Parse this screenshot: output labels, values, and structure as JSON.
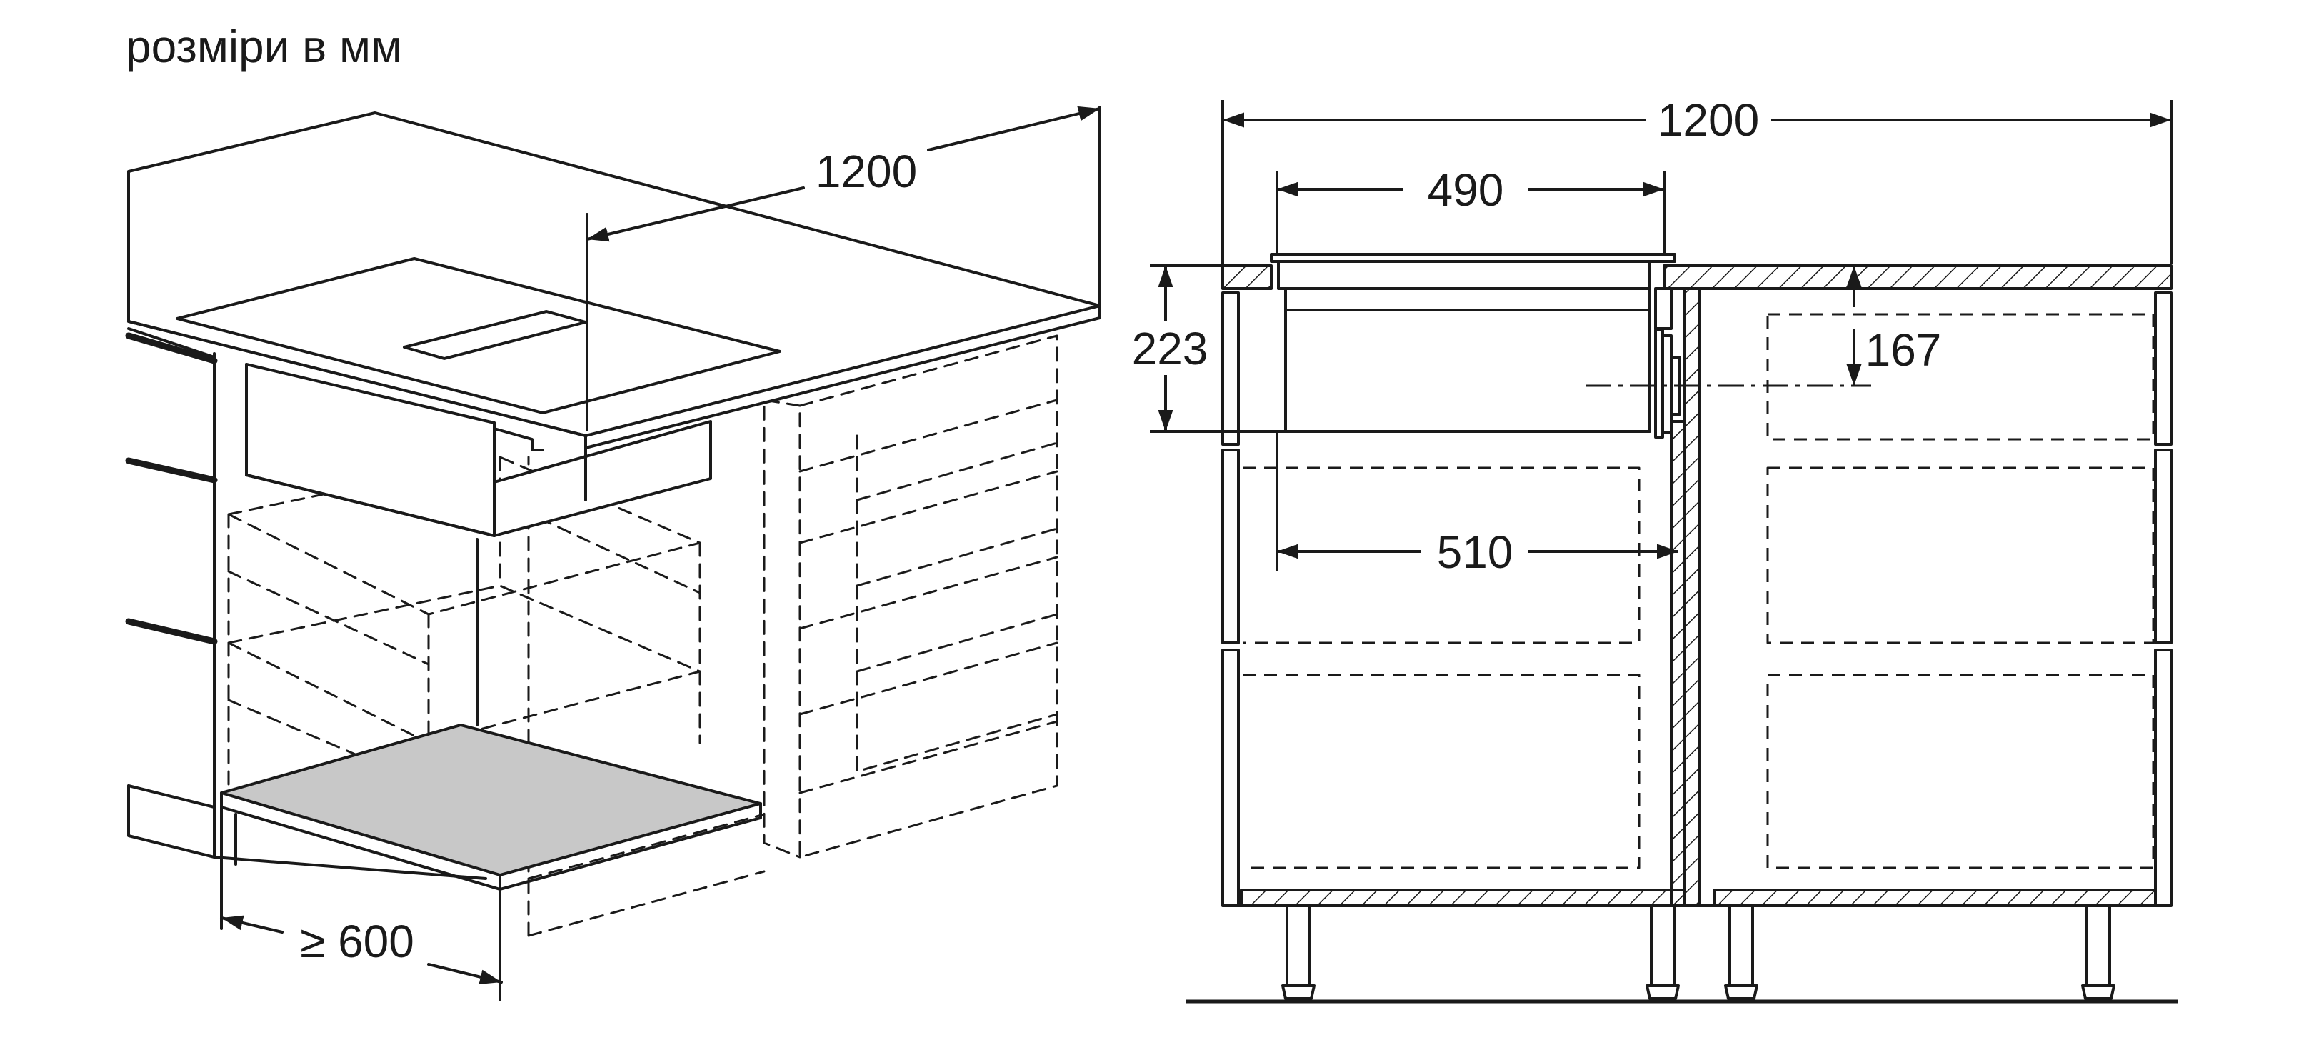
{
  "title": "розміри в мм",
  "iso_view": {
    "dim_width": "1200",
    "dim_depth": "≥ 600"
  },
  "front_view": {
    "dim_total_width": "1200",
    "dim_hob_width": "490",
    "dim_cutout_width": "510",
    "dim_installation_height": "223",
    "dim_outlet_height": "167"
  },
  "colors": {
    "line": "#1a1a1a",
    "plinth_fill": "#c8c8c8",
    "background": "#ffffff"
  }
}
